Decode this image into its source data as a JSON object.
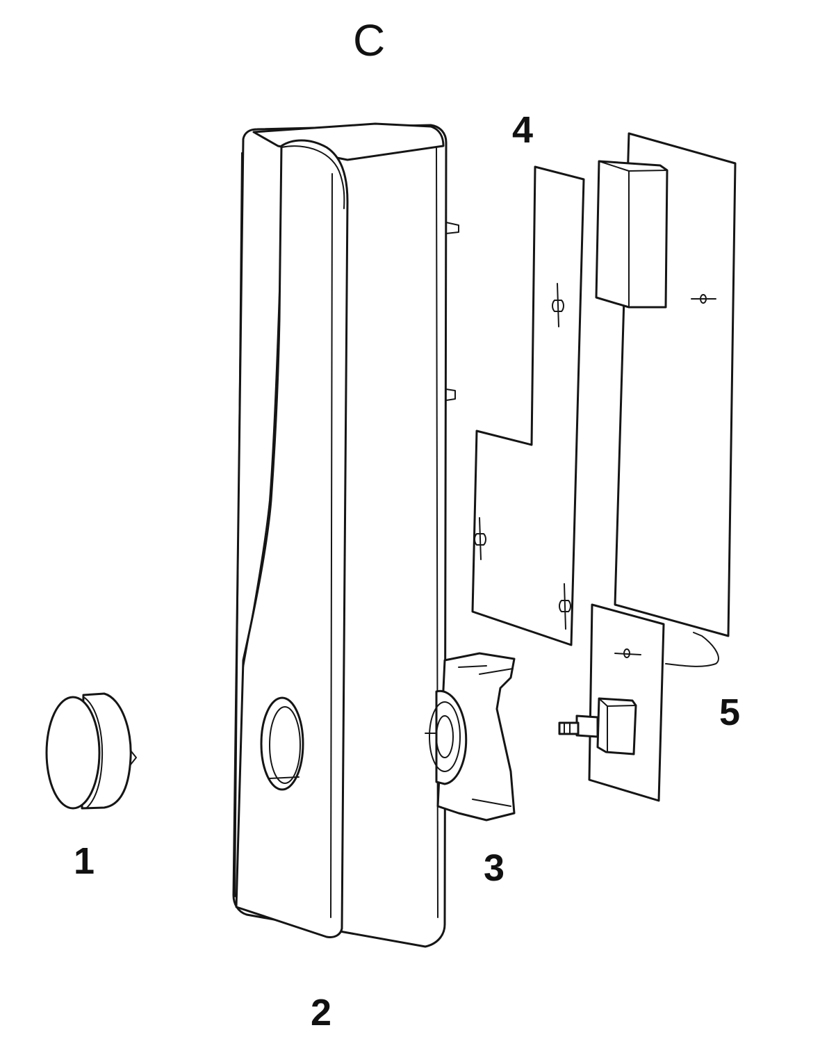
{
  "figure": {
    "title": "C",
    "labels": {
      "part1": "1",
      "part2": "2",
      "part3": "3",
      "part4": "4",
      "part5": "5"
    }
  }
}
